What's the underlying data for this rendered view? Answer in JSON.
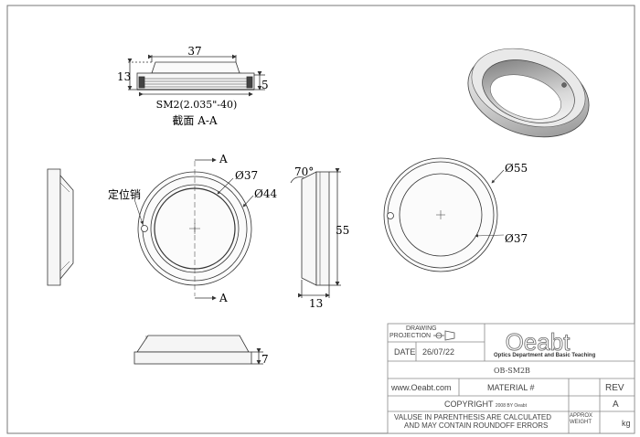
{
  "dims": {
    "top_width": "37",
    "top_height": "13",
    "top_depth": "5",
    "thread": "SM2(2.035\"-40)",
    "section": "截面 A-A",
    "section_mark_top": "A",
    "section_mark_bottom": "A",
    "inner_dia": "Ø37",
    "outer_dia": "Ø44",
    "pin_label": "定位销",
    "angle": "70°",
    "side_height": "55",
    "side_width": "13",
    "right_outer": "Ø55",
    "right_inner": "Ø37",
    "bottom_height": "7"
  },
  "title_block": {
    "drawing_label": "DRAWING",
    "projection_label": "PROJECTION",
    "date_label": "DATE",
    "date_value": "26/07/22",
    "logo": "Oeabt",
    "logo_sub": "Optics Department and Basic Teaching",
    "part_number": "OB-SM2B",
    "website": "www.Oeabt.com",
    "material_label": "MATERIAL #",
    "rev_label": "REV",
    "rev_value": "A",
    "copyright": "COPYRIGHT",
    "copyright_small": "2008 BY Oeabt",
    "note_line1": "VALUSE IN PARENTHESIS ARE CALCULATED",
    "note_line2": "AND MAY CONTAIN ROUNDOFF ERRORS",
    "weight_label1": "APPROX",
    "weight_label2": "WEIGHT",
    "weight_unit": "kg"
  }
}
